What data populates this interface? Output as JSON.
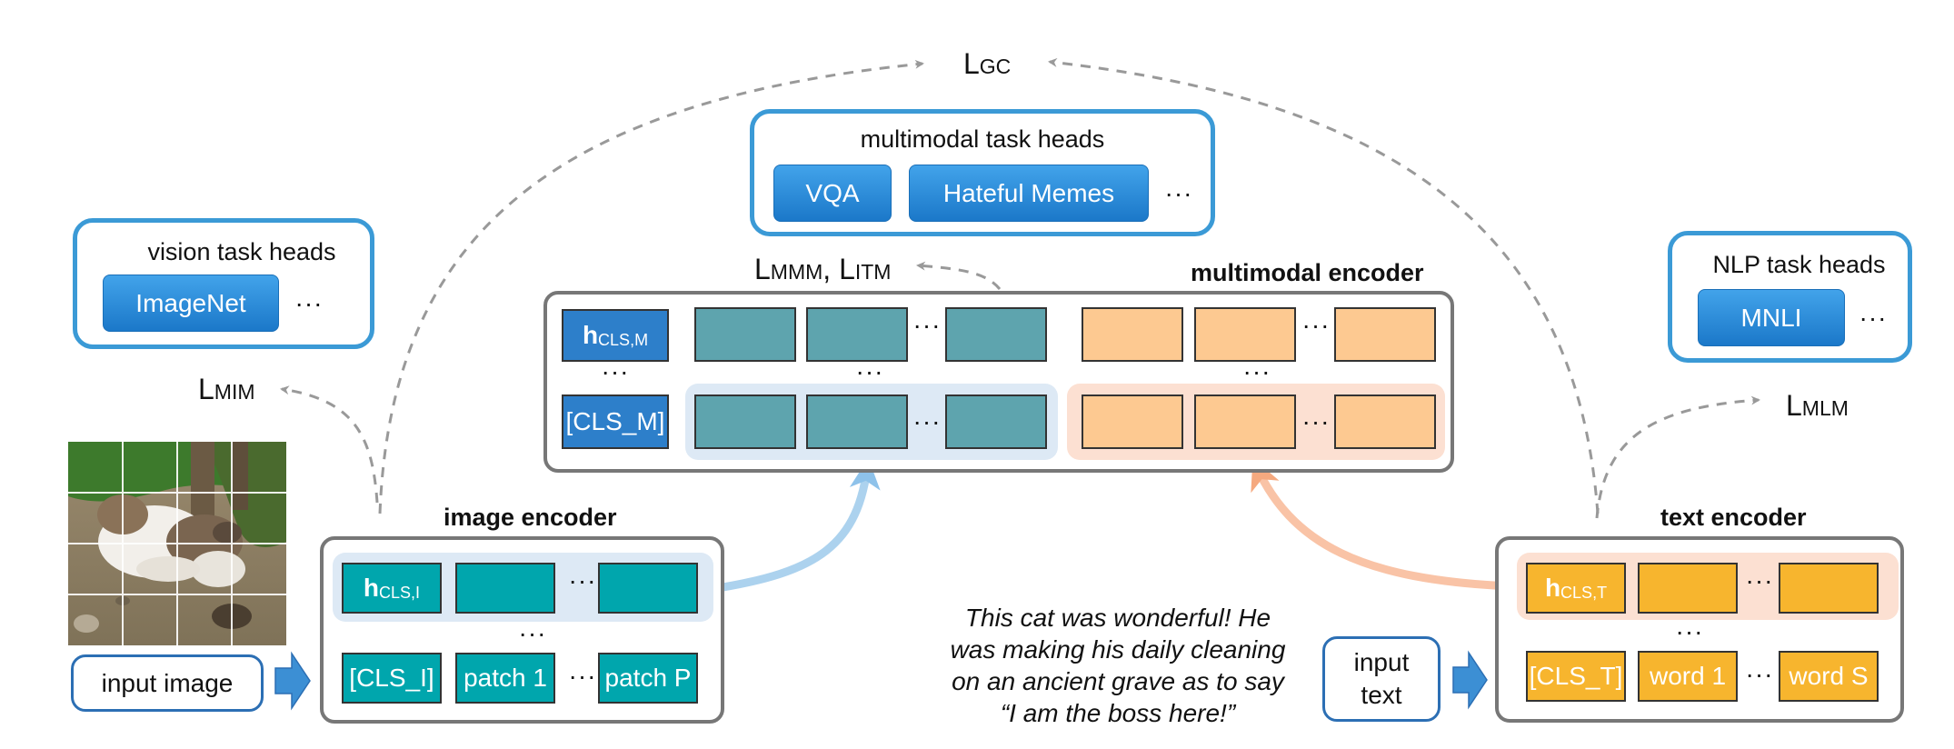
{
  "losses": {
    "gc": {
      "main": "L",
      "sub": "GC"
    },
    "mmm_itm": {
      "main1": "L",
      "sub1": "MMM",
      "sep": ", ",
      "main2": "L",
      "sub2": "ITM"
    },
    "mim": {
      "main": "L",
      "sub": "MIM"
    },
    "mlm": {
      "main": "L",
      "sub": "MLM"
    }
  },
  "multimodal_heads": {
    "title": "multimodal task heads",
    "buttons": [
      "VQA",
      "Hateful Memes"
    ],
    "more": "···"
  },
  "vision_heads": {
    "title": "vision task heads",
    "buttons": [
      "ImageNet"
    ],
    "more": "···"
  },
  "nlp_heads": {
    "title": "NLP task heads",
    "buttons": [
      "MNLI"
    ],
    "more": "···"
  },
  "multimodal_encoder": {
    "title": "multimodal encoder",
    "h_cls": {
      "main": "h",
      "sub": "CLS,M"
    },
    "cls": "[CLS_M]",
    "dots": "···",
    "vdots": "···"
  },
  "image_encoder": {
    "title": "image encoder",
    "h_cls": {
      "main": "h",
      "sub": "CLS,I"
    },
    "cls": "[CLS_I]",
    "tokens": [
      "patch 1",
      "patch P"
    ],
    "dots": "···",
    "vdots": "···"
  },
  "text_encoder": {
    "title": "text encoder",
    "h_cls": {
      "main": "h",
      "sub": "CLS,T"
    },
    "cls": "[CLS_T]",
    "tokens": [
      "word 1",
      "word S"
    ],
    "dots": "···",
    "vdots": "···"
  },
  "input_image": {
    "label": "input image"
  },
  "input_text": {
    "line1": "input",
    "line2": "text"
  },
  "quote": {
    "lines": [
      "This cat was wonderful! He",
      "was making his daily cleaning",
      "on an ancient grave as to say",
      "“I am the boss here!”"
    ]
  },
  "colors": {
    "panel_border": "#3b9ad6",
    "image_token": "#00a6ad",
    "text_token": "#f7b52e",
    "mm_image_token": "#5ea4ae",
    "mm_text_token": "#fdc991",
    "arrow_blue": "#acd2ee",
    "arrow_orange": "#f9c3a6"
  }
}
